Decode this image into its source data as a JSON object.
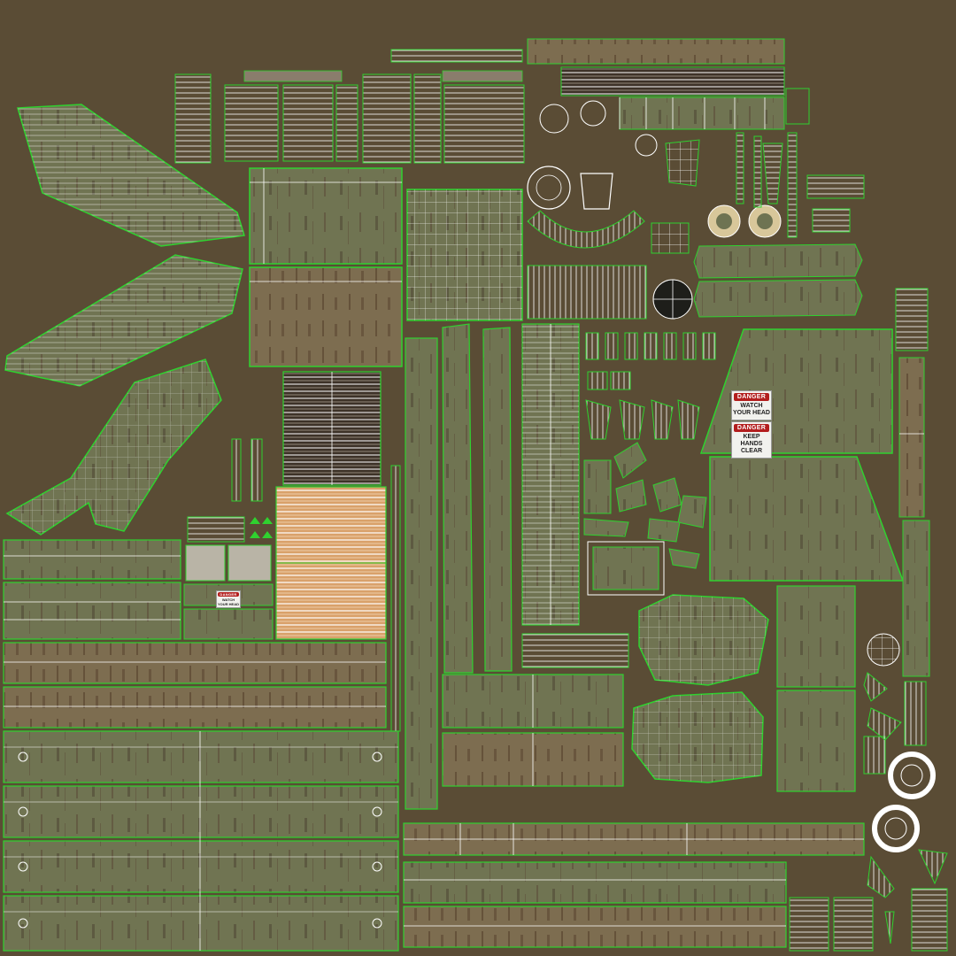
{
  "signs": [
    {
      "header": "DANGER",
      "line1": "WATCH",
      "line2": "YOUR HEAD"
    },
    {
      "header": "DANGER",
      "line1": "KEEP HANDS",
      "line2": "CLEAR"
    }
  ],
  "small_sign": {
    "header": "DANGER",
    "line1": "WATCH",
    "line2": "YOUR HEAD"
  },
  "colors": {
    "background": "#5a4c35",
    "panel_green": "#6e7352",
    "panel_brown": "#7a6a4c",
    "uv_edge": "#2fd12f",
    "uv_wire": "#ffffff",
    "orange_strip": "#d99a5a"
  }
}
